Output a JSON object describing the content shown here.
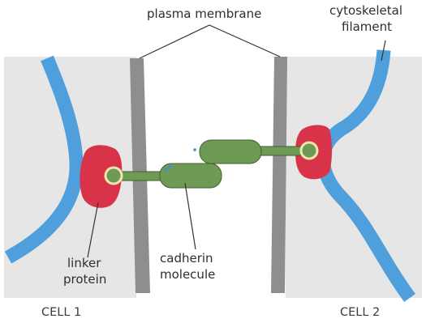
{
  "labels": {
    "plasma_membrane": "plasma membrane",
    "cytoskeletal_line1": "cytoskeletal",
    "cytoskeletal_line2": "filament",
    "linker_line1": "linker",
    "linker_line2": "protein",
    "cadherin_line1": "cadherin",
    "cadherin_line2": "molecule",
    "cell1": "CELL 1",
    "cell2": "CELL 2"
  },
  "colors": {
    "cytoplasm": "#e6e6e6",
    "membrane": "#8e8e8e",
    "filament": "#4f9fdc",
    "linker": "#d9334a",
    "cadherin": "#6f9a55",
    "cadherin_outline": "#3f6030",
    "knob_ring": "#f1e6b0",
    "leader": "#333333"
  },
  "icons": {
    "cadherin": "cadherin-molecule-icon",
    "linker": "linker-protein-icon",
    "filament": "cytoskeletal-filament-icon"
  }
}
